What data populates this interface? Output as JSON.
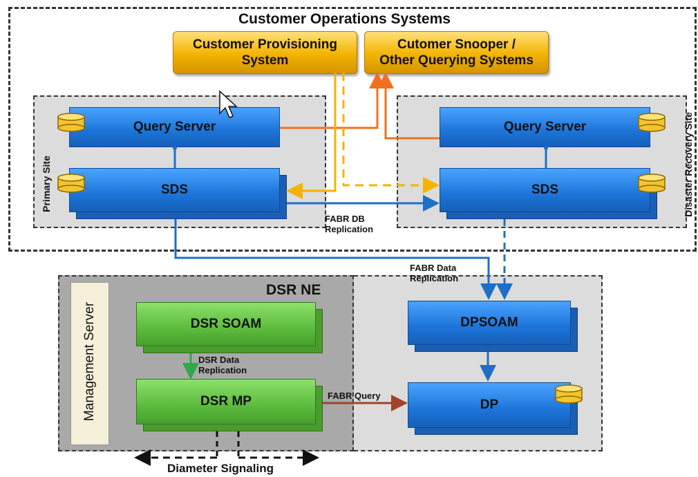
{
  "outer": {
    "title": "Customer Operations Systems"
  },
  "external": {
    "provisioning": {
      "line1": "Customer Provisioning",
      "line2": "System"
    },
    "snooper": {
      "line1": "Cutomer Snooper /",
      "line2": "Other Querying Systems"
    }
  },
  "primary": {
    "label": "Primary Site",
    "query": "Query Server",
    "sds": "SDS"
  },
  "dr": {
    "label": "Disaster Recovery Site",
    "query": "Query Server",
    "sds": "SDS"
  },
  "links": {
    "fabr_db_1": "FABR DB",
    "fabr_db_2": "Replication",
    "fabr_data_1": "FABR Data",
    "fabr_data_2": "Replication",
    "dsr_data_1": "DSR Data",
    "dsr_data_2": "Replication",
    "fabr_query": "FABR Query",
    "diameter": "Diameter Signaling"
  },
  "dsr": {
    "title": "DSR NE",
    "mgmt": "Management  Server",
    "soam": "DSR SOAM",
    "mp": "DSR MP"
  },
  "dp": {
    "dpsoam": "DPSOAM",
    "dp": "DP"
  },
  "colors": {
    "blue": "#1d74d8",
    "green": "#5cbb3c",
    "gold": "#f3b300",
    "orange": "#f07020",
    "arrow_blue": "#1f6fc8"
  }
}
